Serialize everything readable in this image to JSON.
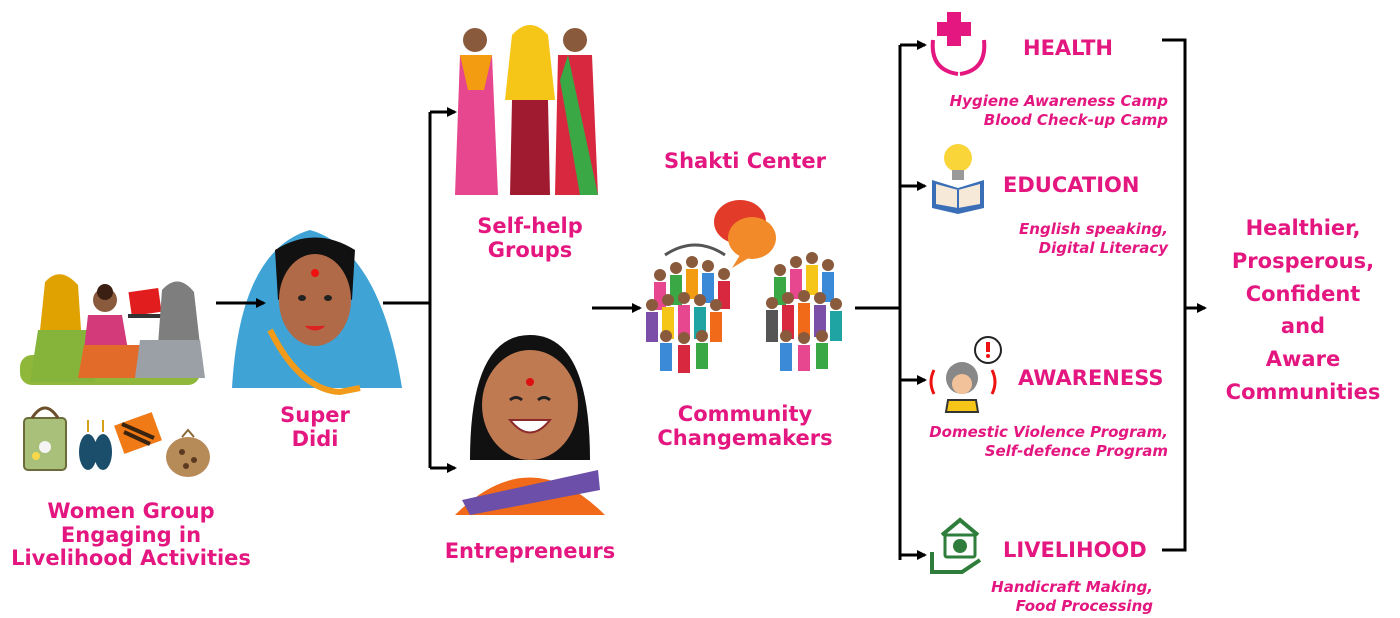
{
  "accent_color": "#e4167f",
  "nodes": {
    "women_group": {
      "lines": [
        "Women Group",
        "Engaging in",
        "Livelihood Activities"
      ]
    },
    "super_didi": {
      "lines": [
        "Super",
        "Didi"
      ]
    },
    "self_help": {
      "lines": [
        "Self-help",
        "Groups"
      ]
    },
    "entrepreneurs": {
      "label": "Entrepreneurs"
    },
    "shakti_center": {
      "label": "Shakti Center"
    },
    "changemakers": {
      "lines": [
        "Community",
        "Changemakers"
      ]
    },
    "outcome": {
      "lines": [
        "Healthier,",
        "Prosperous,",
        "Confident",
        "and",
        "Aware",
        "Communities"
      ]
    }
  },
  "programs": [
    {
      "title": "HEALTH",
      "icon": "health-hands-icon",
      "items": [
        "Hygiene Awareness Camp",
        "Blood Check-up Camp"
      ]
    },
    {
      "title": "EDUCATION",
      "icon": "book-lightbulb-icon",
      "items": [
        "English speaking,",
        "Digital Literacy"
      ]
    },
    {
      "title": "AWARENESS",
      "icon": "alert-person-icon",
      "items": [
        "Domestic Violence Program,",
        "Self-defence Program"
      ]
    },
    {
      "title": "LIVELIHOOD",
      "icon": "money-house-icon",
      "items": [
        "Handicraft Making,",
        "Food Processing"
      ]
    }
  ]
}
